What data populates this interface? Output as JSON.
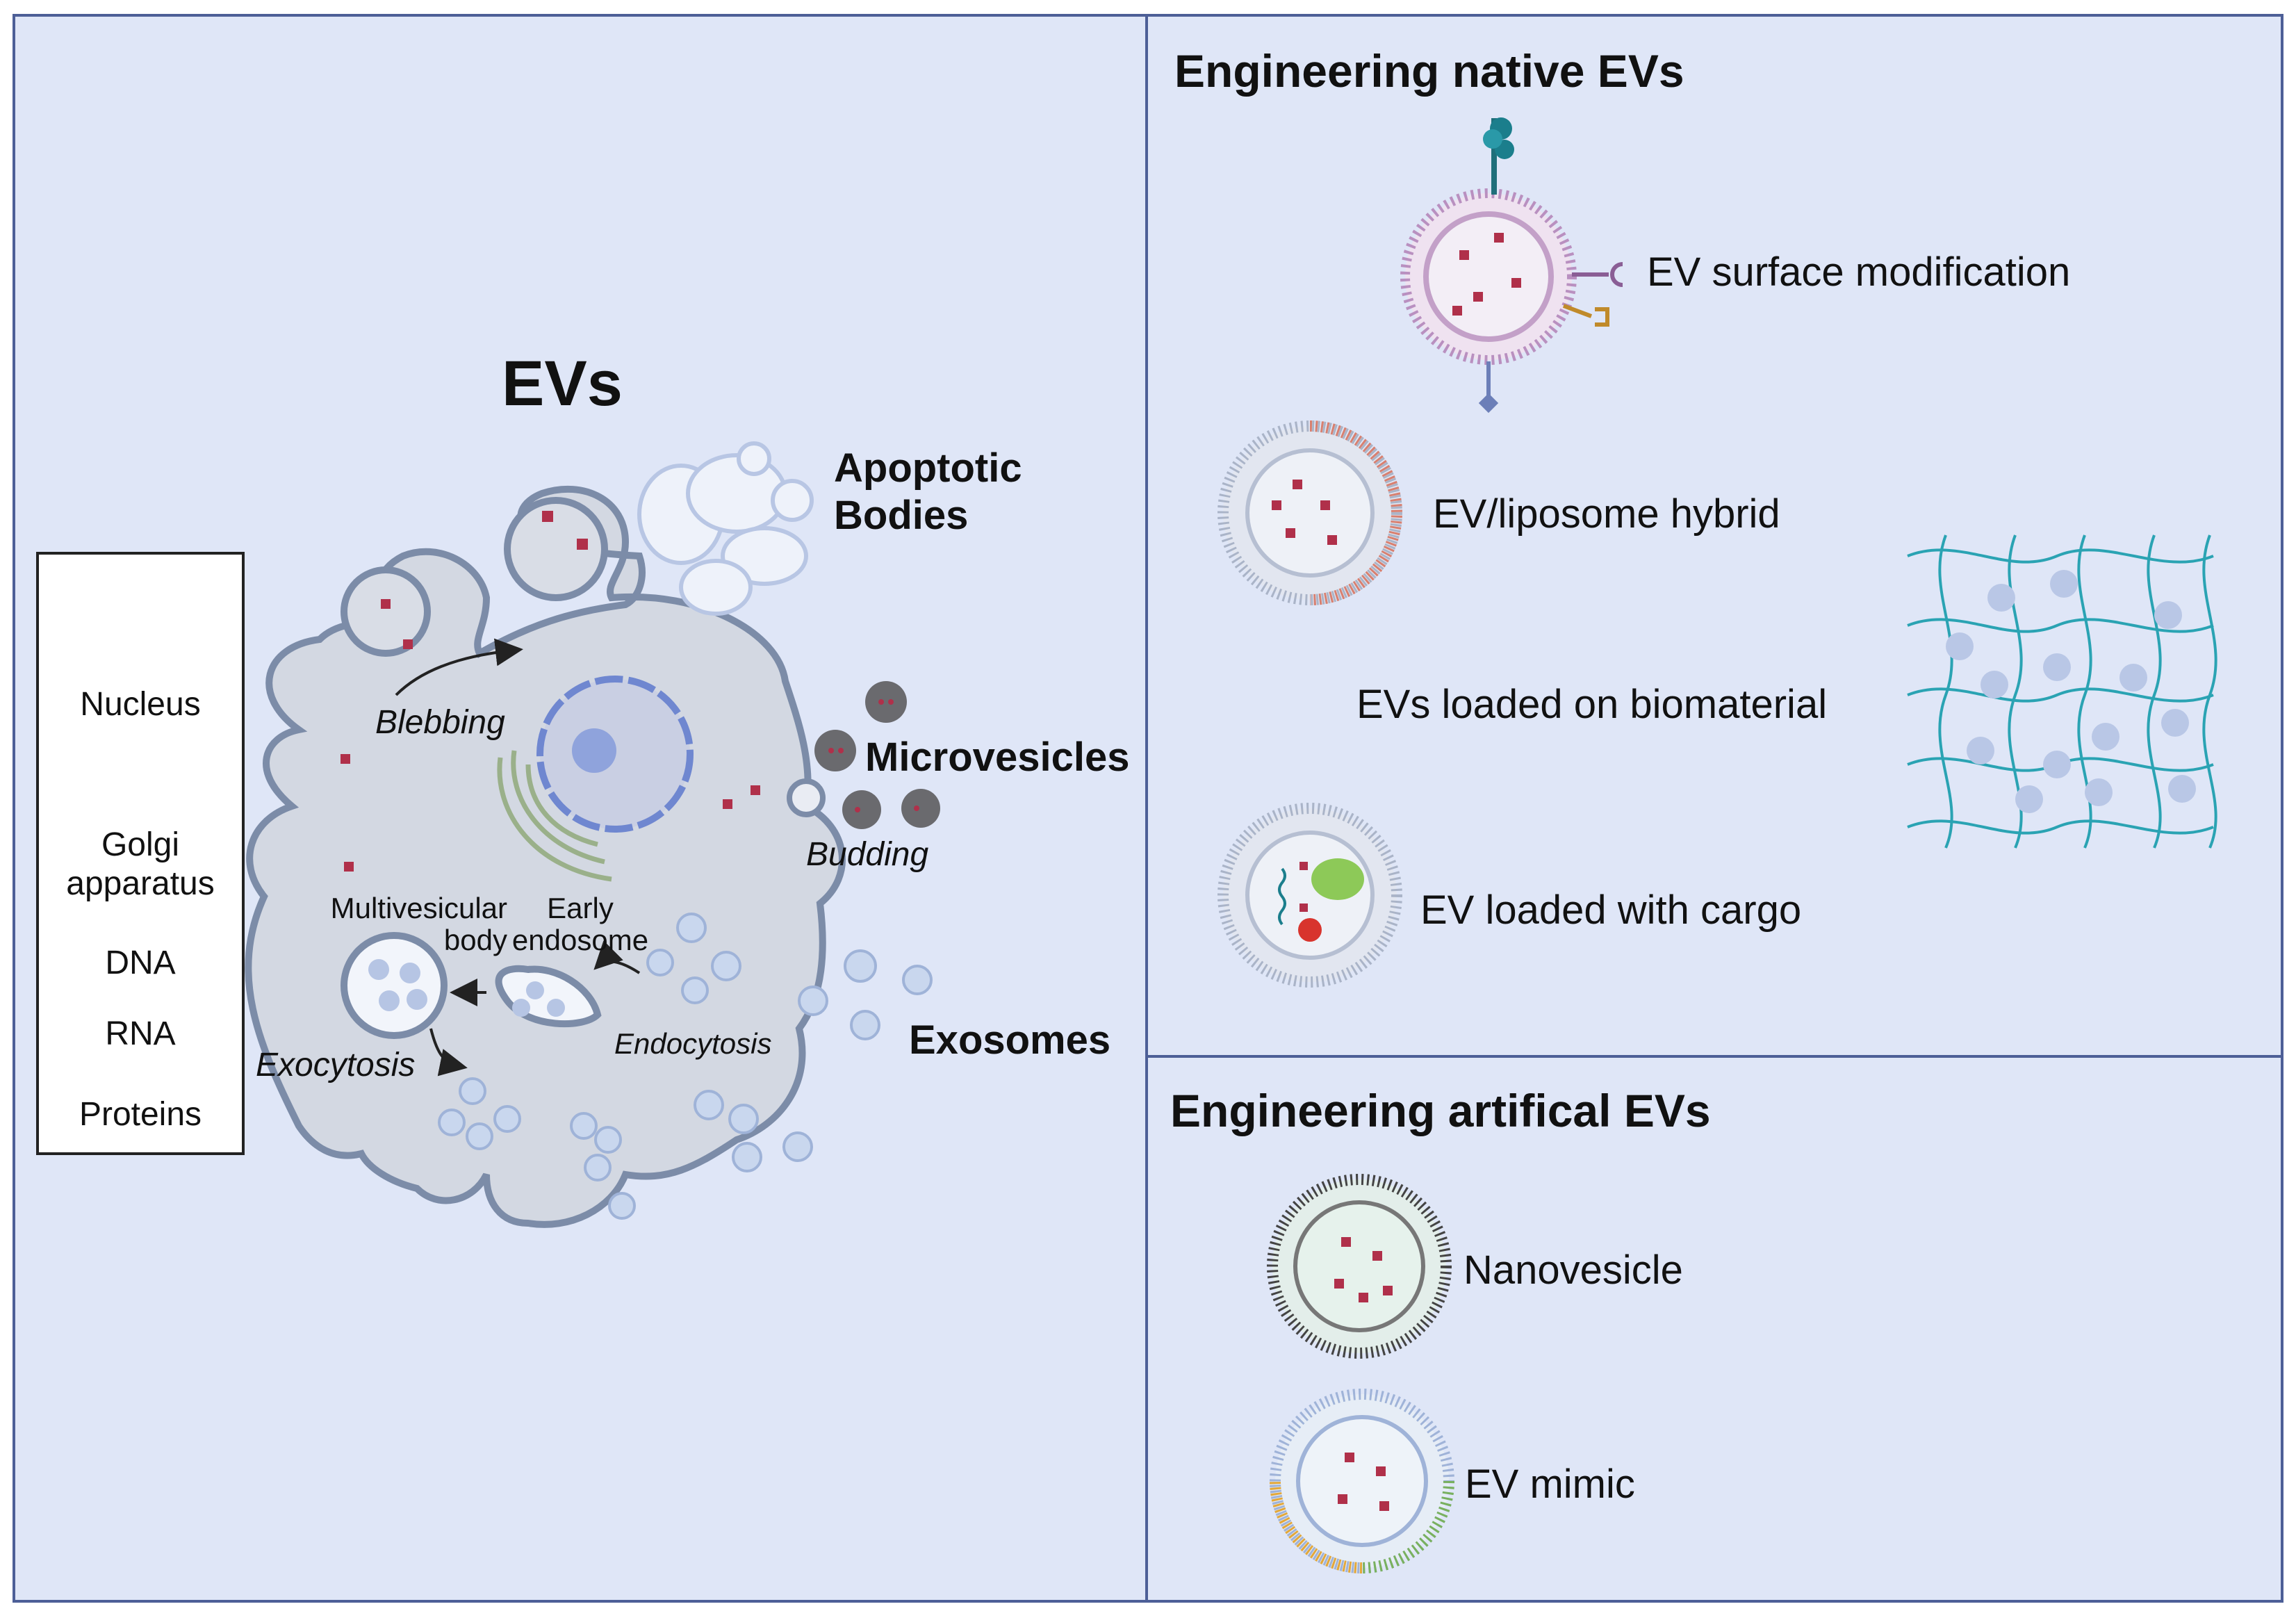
{
  "left": {
    "title": "EVs",
    "types": {
      "apoptotic_bodies": "Apoptotic\nBodies",
      "microvesicles": "Microvesicles",
      "exosomes": "Exosomes"
    },
    "processes": {
      "blebbing": "Blebbing",
      "budding": "Budding",
      "endocytosis": "Endocytosis",
      "exocytosis": "Exocytosis"
    },
    "compartments": {
      "multivesicular_body": "Multivesicular\nbody",
      "early_endosome": "Early\nendosome"
    }
  },
  "legend": {
    "items": [
      {
        "label": "Nucleus"
      },
      {
        "label": "Golgi\napparatus"
      },
      {
        "label": "DNA"
      },
      {
        "label": "RNA"
      },
      {
        "label": "Proteins"
      }
    ]
  },
  "native": {
    "heading": "Engineering native EVs",
    "items": {
      "surface_modification": "EV surface modification",
      "liposome_hybrid": "EV/liposome hybrid",
      "biomaterial": "EVs loaded on biomaterial",
      "cargo": "EV loaded with cargo"
    }
  },
  "artificial": {
    "heading": "Engineering artifical EVs",
    "items": {
      "nanovesicle": "Nanovesicle",
      "mimic": "EV mimic"
    }
  },
  "colors": {
    "panel_bg": "#dfe6f7",
    "border": "#4d5f97",
    "cell": "#d3d8e2",
    "protein": "#b0304a",
    "nucleus": "#8fa3dc",
    "teal": "#2aa3b3"
  }
}
